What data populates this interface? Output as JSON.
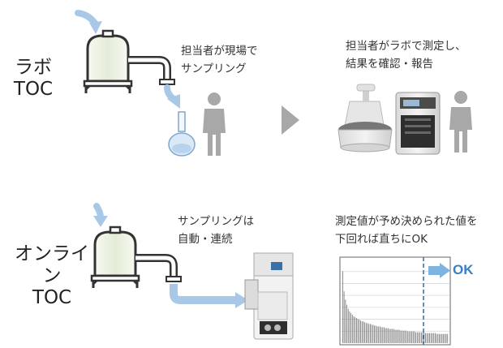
{
  "lab": {
    "label_line1": "ラボ",
    "label_line2": "TOC",
    "note_sampling_line1": "担当者が現場で",
    "note_sampling_line2": "サンプリング",
    "note_measure_line1": "担当者がラボで測定し、",
    "note_measure_line2": "結果を確認・報告"
  },
  "online": {
    "label_line1": "オンライン",
    "label_line2": "TOC",
    "note_sampling_line1": "サンプリングは",
    "note_sampling_line2": "自動・連続",
    "note_result_line1": "測定値が予め決められた値を",
    "note_result_line2": "下回れば直ちにOK",
    "ok_label": "OK"
  },
  "colors": {
    "arrow_blue": "#a9c8e8",
    "tank_outline": "#333333",
    "tank_fill": "#eef3e6",
    "person_gray": "#a8a8a8",
    "ok_blue": "#3a7fc1",
    "chevron_gray": "#a8a8a8"
  },
  "chart_data": {
    "type": "bar",
    "values": [
      86,
      62,
      52,
      46,
      41,
      38,
      36,
      34,
      32,
      31,
      30,
      29,
      28,
      27,
      26,
      26,
      25,
      24,
      24,
      23,
      23,
      22,
      22,
      21,
      21,
      20,
      20,
      20,
      19,
      19,
      19,
      18,
      18,
      18,
      17,
      17,
      17,
      17,
      16,
      16,
      16,
      16,
      15,
      15,
      15,
      15,
      15,
      14,
      14,
      14,
      14,
      14,
      14,
      13,
      13,
      13,
      13,
      13,
      13,
      13,
      12,
      12,
      12,
      12,
      12,
      12,
      12,
      12,
      11,
      11,
      11,
      11,
      11,
      11,
      11,
      11,
      11
    ],
    "threshold_label": "OK",
    "grid": true
  }
}
